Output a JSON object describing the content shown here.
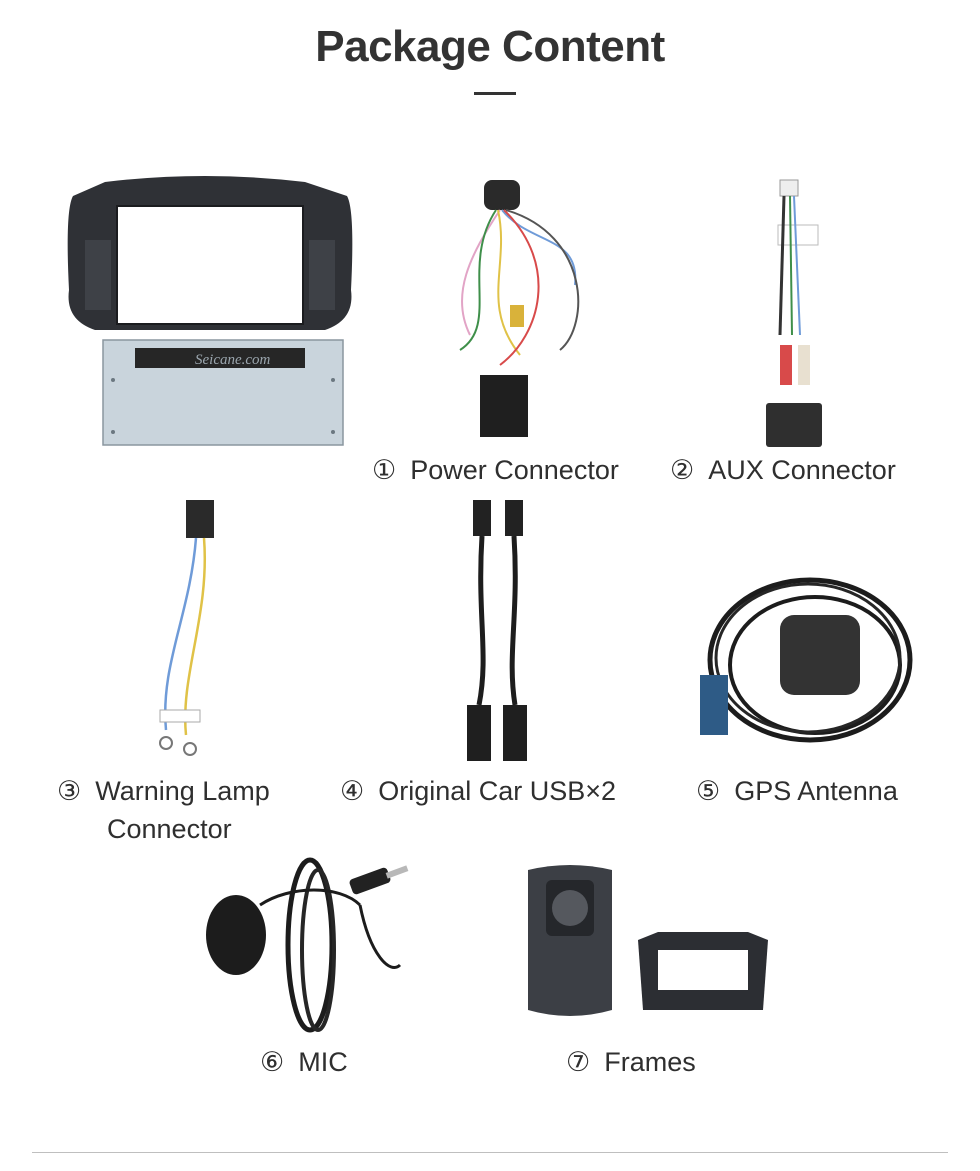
{
  "page": {
    "title": "Package Content",
    "accent": "#333333"
  },
  "head_unit": {
    "watermark": "Seicane.com"
  },
  "items": [
    {
      "number": "①",
      "label": "Power Connector"
    },
    {
      "number": "②",
      "label": "AUX Connector"
    },
    {
      "number": "③",
      "label": "Warning Lamp",
      "label_line2": "Connector"
    },
    {
      "number": "④",
      "label": "Original Car USB×2"
    },
    {
      "number": "⑤",
      "label": "GPS Antenna"
    },
    {
      "number": "⑥",
      "label": "MIC"
    },
    {
      "number": "⑦",
      "label": "Frames"
    }
  ]
}
